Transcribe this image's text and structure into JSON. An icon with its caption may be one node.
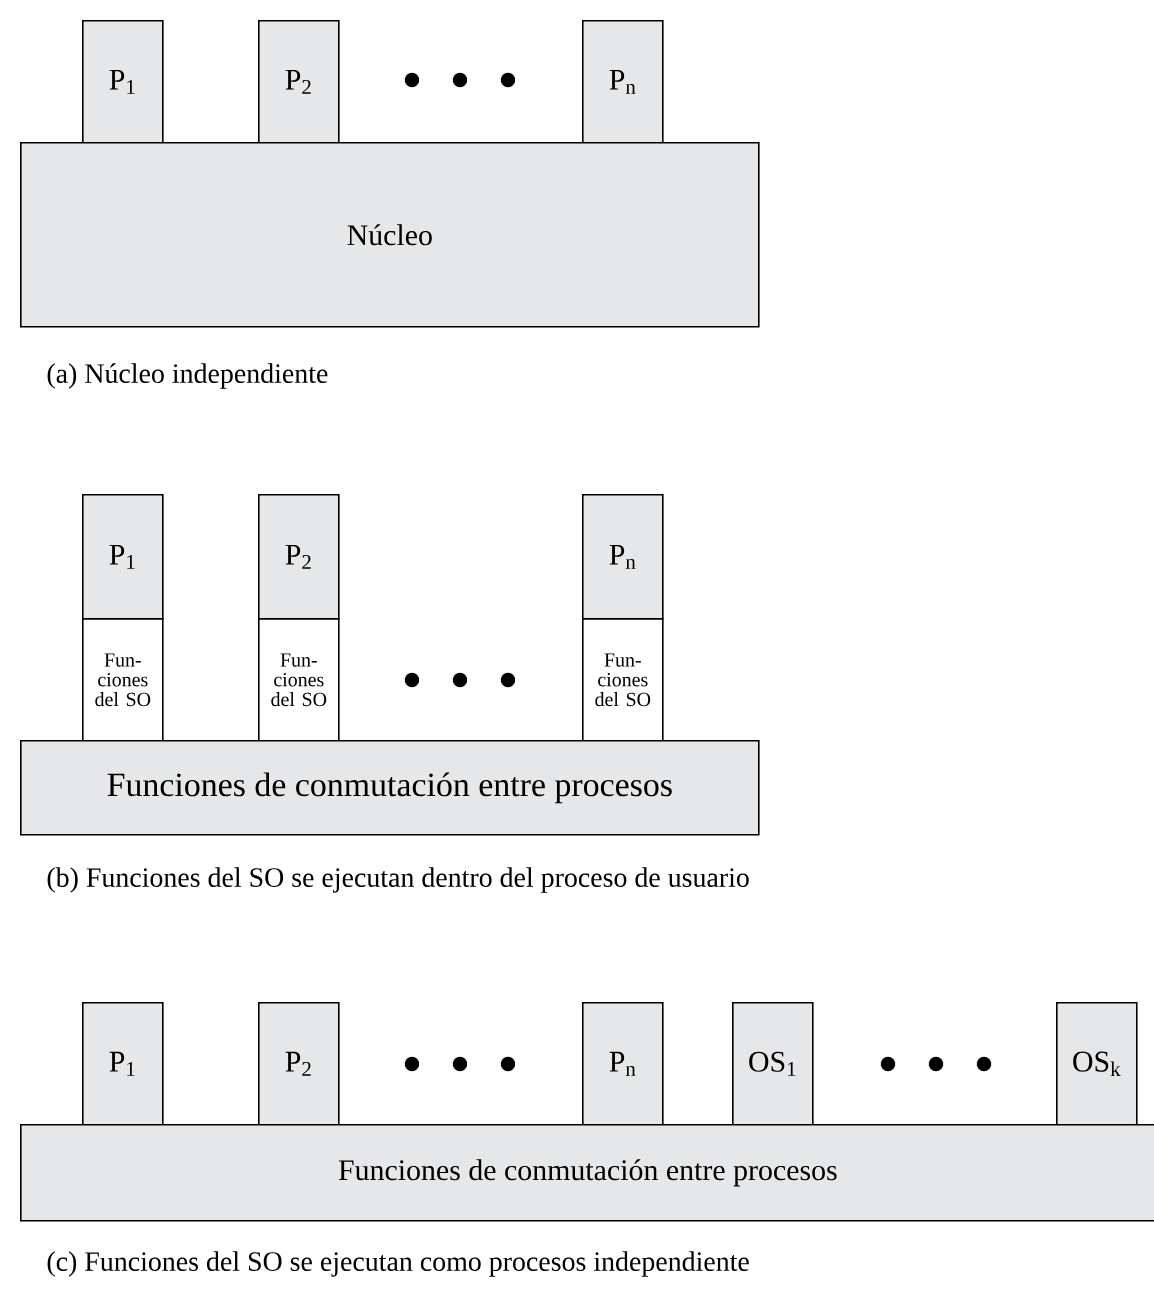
{
  "diagram": {
    "nodes": [
      {
        "text": [
          "P$_{1}$"
        ]
      },
      {
        "text": [
          "P$_{2}$"
        ]
      },
      {
        "text": [
          "P$_{n}$"
        ]
      },
      {
        "text": [
          "Núcleo"
        ]
      },
      {
        "text": [
          "P$_{1}$"
        ]
      },
      {
        "text": [
          "Fun- ciones del SO"
        ]
      },
      {
        "text": [
          "P$_{2}$"
        ]
      },
      {
        "text": [
          "Fun- ciones del SO"
        ]
      },
      {
        "text": [
          "P$_{n}$"
        ]
      },
      {
        "text": [
          "Fun- ciones del SO"
        ]
      },
      {
        "text": [
          "Funciones de conmutación entre procesos"
        ]
      },
      {
        "text": [
          "P$_{1}$"
        ]
      },
      {
        "text": [
          "P$_{2}$"
        ]
      },
      {
        "text": [
          "P$_{n}$"
        ]
      },
      {
        "text": [
          "OS$_{1}$"
        ]
      },
      {
        "text": [
          "OS$_{k}$"
        ]
      },
      {
        "text": [
          "Funciones de conmutación entre procesos"
        ]
      }
    ],
    "labels": [
      "(a) Núcleo independiente",
      "(b) Funciones del SO se ejecutan dentro del proceso de usuario",
      "(c) Funciones del SO se ejecutan como procesos independiente"
    ]
  }
}
